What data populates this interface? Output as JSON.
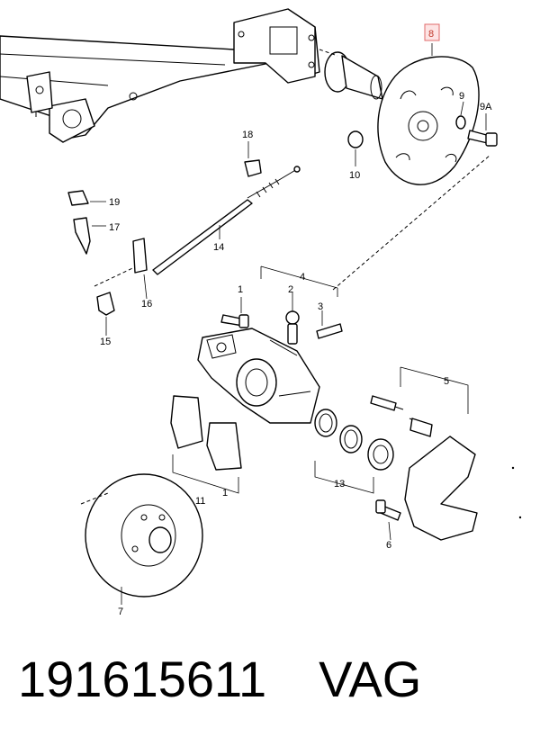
{
  "diagram": {
    "highlighted_callout": "8",
    "callouts": [
      "1",
      "2",
      "3",
      "4",
      "5",
      "6",
      "7",
      "8",
      "9",
      "9A",
      "10",
      "11",
      "13",
      "14",
      "15",
      "16",
      "17",
      "18",
      "19"
    ],
    "callout_repeat": "1"
  },
  "footer": {
    "part_number": "191615611",
    "brand": "VAG"
  }
}
